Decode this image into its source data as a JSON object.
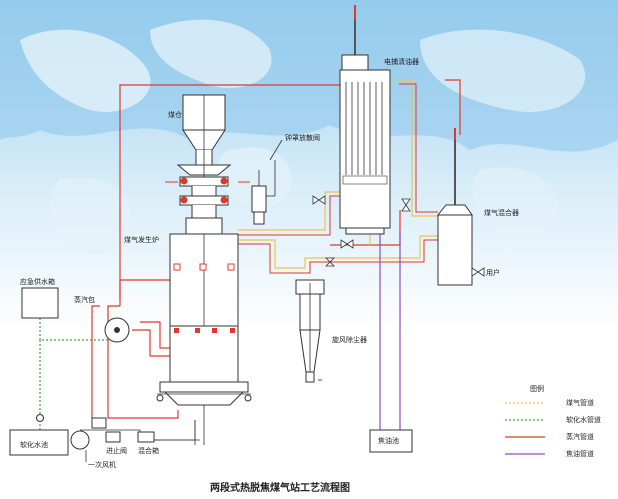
{
  "title": "两段式热脱焦煤气站工艺流程图",
  "labels": {
    "coal_bunker": "煤仓",
    "esp": "电捕清油器",
    "bell_valve": "钟罩放散阀",
    "gas_producer": "煤气发生炉",
    "gas_mixer": "煤气混合器",
    "user": "用户",
    "emergency_tank": "应急供水箱",
    "steam_drum": "蒸汽包",
    "cyclone": "旋风除尘器",
    "tar_pool": "焦油池",
    "soft_water_pool": "软化水池",
    "primary_fan": "一次风机",
    "stop_valve": "进止阀",
    "mixing_box": "混合箱"
  },
  "legend": {
    "title": "图例",
    "items": [
      {
        "label": "煤气管道",
        "color": "#f2c24b",
        "style": "dashed"
      },
      {
        "label": "软化水管道",
        "color": "#39a845",
        "style": "dashed"
      },
      {
        "label": "蒸汽管道",
        "color": "#e0392b",
        "style": "solid"
      },
      {
        "label": "焦油管道",
        "color": "#8a4fc0",
        "style": "solid"
      }
    ]
  }
}
